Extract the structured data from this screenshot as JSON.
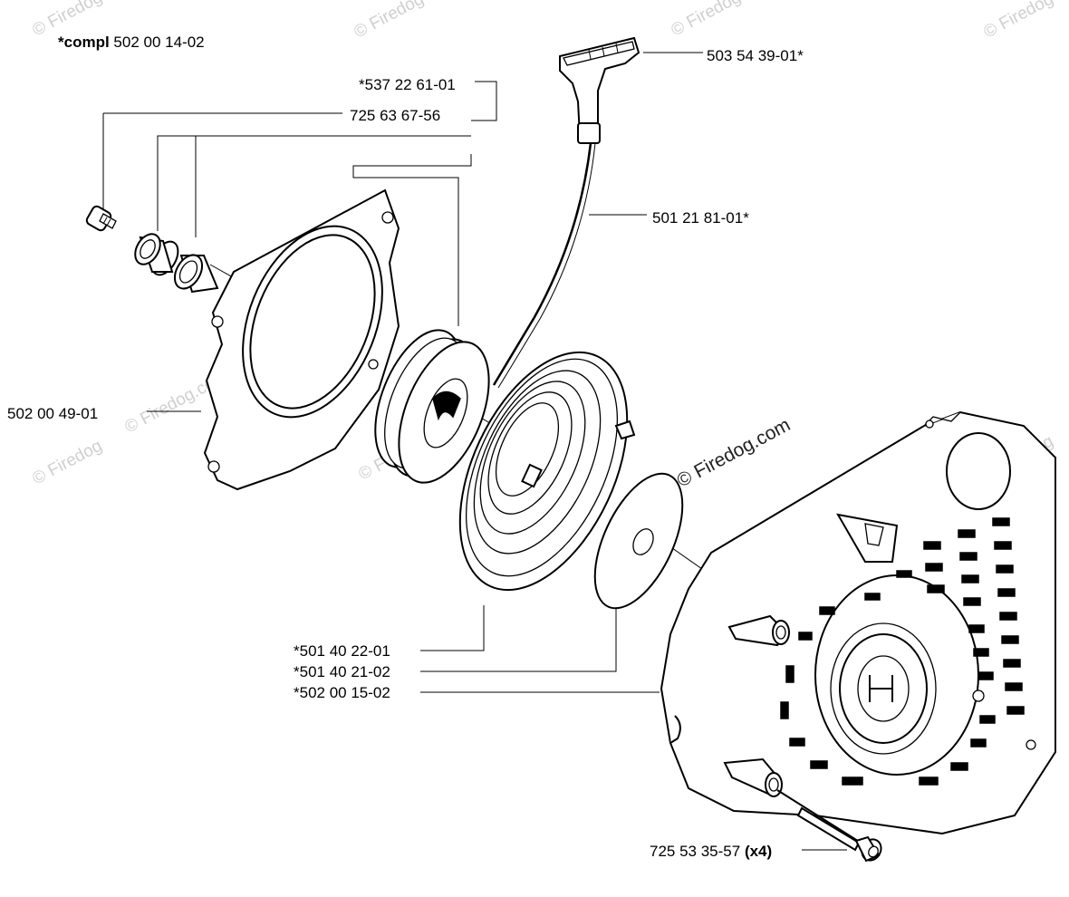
{
  "assembly": {
    "prefix": "*compl",
    "number": "502 00 14-02"
  },
  "labels": {
    "handle": "503 54 39-01*",
    "pulley_kit": "*537 22 61-01",
    "screw": "725 63 67-56",
    "rope": "501 21 81-01*",
    "plate": "502 00 49-01",
    "spring_cassette": "*501 40 22-01",
    "washer": "*501 40 21-02",
    "cover": "*502 00 15-02",
    "bolt": "725 53 35-57",
    "bolt_qty": "(x4)"
  },
  "watermarks": {
    "main": "© Firedog.com",
    "tile": "© Firedog"
  },
  "colors": {
    "ink": "#000000",
    "watermark": "#cfcfcf",
    "paper": "#ffffff"
  }
}
